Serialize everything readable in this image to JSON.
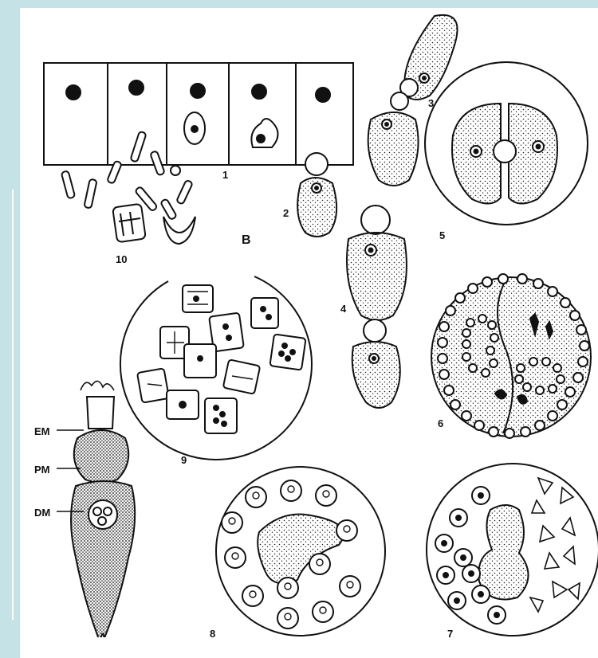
{
  "colors": {
    "frame": "#c5e3e6",
    "ink": "#111111",
    "paper": "#ffffff"
  },
  "labels": {
    "fig1": "1",
    "fig2": "2",
    "fig3": "3",
    "fig4": "4",
    "fig5": "5",
    "fig6": "6",
    "fig7": "7",
    "fig8": "8",
    "fig9": "9",
    "fig10": "10",
    "groupA": "A",
    "groupB": "B",
    "em": "EM",
    "pm": "PM",
    "dm": "DM"
  }
}
